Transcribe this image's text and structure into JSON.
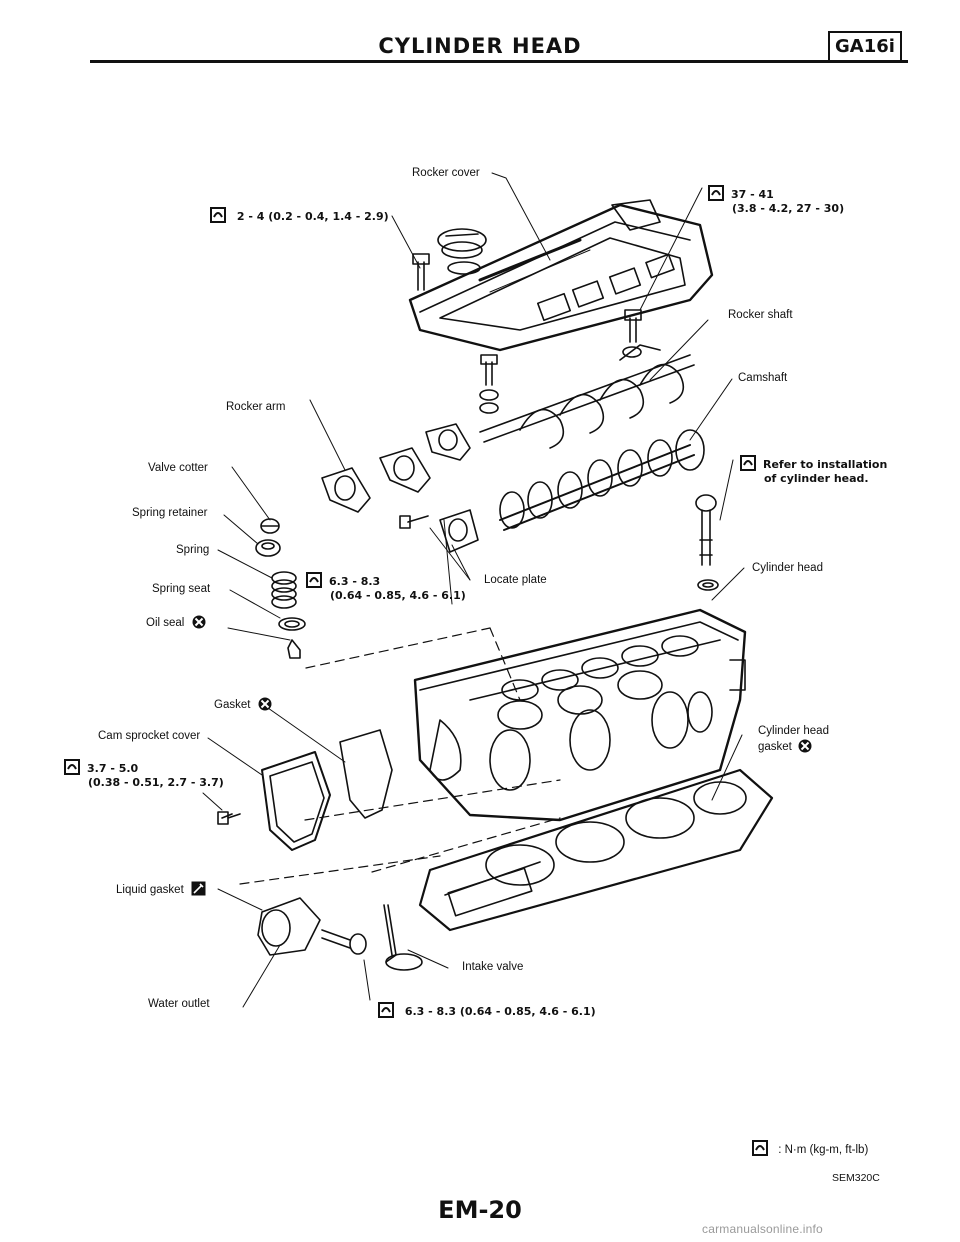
{
  "header": {
    "title": "CYLINDER HEAD",
    "engine_code": "GA16i"
  },
  "labels": {
    "rocker_cover": "Rocker cover",
    "rocker_shaft": "Rocker shaft",
    "camshaft": "Camshaft",
    "rocker_arm": "Rocker arm",
    "valve_cotter": "Valve cotter",
    "spring_retainer": "Spring retainer",
    "spring": "Spring",
    "spring_seat": "Spring seat",
    "oil_seal": "Oil seal",
    "locate_plate": "Locate plate",
    "cylinder_head": "Cylinder head",
    "gasket": "Gasket",
    "cam_sprocket_cover": "Cam sprocket cover",
    "cylinder_head_gasket_line1": "Cylinder head",
    "cylinder_head_gasket_line2": "gasket",
    "liquid_gasket": "Liquid gasket",
    "intake_valve": "Intake valve",
    "water_outlet": "Water outlet"
  },
  "torques": {
    "rocker_cover_bolt": "2 - 4 (0.2 - 0.4, 1.4 - 2.9)",
    "rocker_shaft_bolt_line1": "37 - 41",
    "rocker_shaft_bolt_line2": "(3.8 - 4.2, 27 - 30)",
    "head_bolt_line1": "Refer to installation",
    "head_bolt_line2": "of cylinder head.",
    "locate_plate_bolt_line1": "6.3 - 8.3",
    "locate_plate_bolt_line2": "(0.64 - 0.85, 4.6 - 6.1)",
    "cam_sprocket_cover_bolt_line1": "3.7 - 5.0",
    "cam_sprocket_cover_bolt_line2": "(0.38 - 0.51, 2.7 - 3.7)",
    "water_outlet_bolt": "6.3 - 8.3 (0.64 - 0.85, 4.6 - 6.1)"
  },
  "legend": {
    "torque_unit": ": N·m (kg-m, ft-lb)"
  },
  "figure_code": "SEM320C",
  "page_number": "EM-20",
  "watermark": "carmanualsonline.info"
}
